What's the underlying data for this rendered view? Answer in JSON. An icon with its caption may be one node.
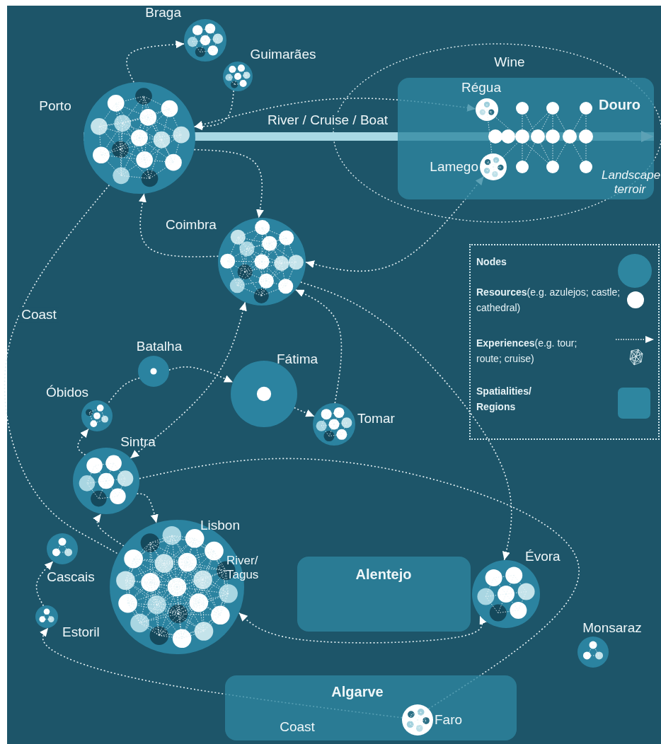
{
  "diagram": {
    "nodes": [
      {
        "text": [
          "Douro",
          "Landscape terroir"
        ]
      },
      {
        "text": [
          "Régua"
        ],
        "in": 0
      },
      {
        "text": [
          "Lamego"
        ],
        "in": 0
      },
      {
        "text": [
          "Alentejo"
        ]
      },
      {
        "text": [
          "Algarve",
          "Coast"
        ]
      },
      {
        "text": [
          "Faro"
        ],
        "in": 4
      },
      {
        "text": [
          "Braga"
        ]
      },
      {
        "text": [
          "Guimarães"
        ]
      },
      {
        "text": [
          "Porto"
        ]
      },
      {
        "text": [
          "Coimbra"
        ]
      },
      {
        "text": [
          "Batalha"
        ]
      },
      {
        "text": [
          "Fátima"
        ]
      },
      {
        "text": [
          "Tomar"
        ]
      },
      {
        "text": [
          "Óbidos"
        ]
      },
      {
        "text": [
          "Sintra"
        ]
      },
      {
        "text": [
          "Lisbon"
        ],
        "beside": [
          "River/ Tagus"
        ]
      },
      {
        "text": [
          "Cascais"
        ]
      },
      {
        "text": [
          "Estoril"
        ]
      },
      {
        "text": [
          "Évora"
        ]
      },
      {
        "text": [
          "Monsaraz"
        ]
      }
    ],
    "edges": [
      {
        "from": 0,
        "to": 8,
        "arrow": "both",
        "label": "River / Cruise / Boat",
        "style": "thick",
        "color": "#a8d8e4"
      },
      {
        "from": 8,
        "to": 6,
        "arrow": "to",
        "style": "dashed"
      },
      {
        "from": 7,
        "to": 8,
        "arrow": "to",
        "style": "dashed"
      },
      {
        "from": 8,
        "to": 1,
        "arrow": "both",
        "style": "dashed"
      },
      {
        "from": 8,
        "to": 9,
        "arrow": "to",
        "style": "dashed"
      },
      {
        "from": 9,
        "to": 8,
        "arrow": "to",
        "style": "dashed"
      },
      {
        "from": 2,
        "to": 9,
        "arrow": "both",
        "style": "dashed"
      },
      {
        "from": 9,
        "to": 18,
        "arrow": "to",
        "style": "dashed"
      },
      {
        "from": 12,
        "to": 9,
        "arrow": "to",
        "style": "dashed"
      },
      {
        "from": 9,
        "to": 14,
        "arrow": "both",
        "style": "dashed"
      },
      {
        "from": 10,
        "to": 11,
        "arrow": "to",
        "style": "dashed"
      },
      {
        "from": 10,
        "to": 13,
        "arrow": "none",
        "style": "dashed"
      },
      {
        "from": 11,
        "to": 12,
        "arrow": "to",
        "style": "dashed"
      },
      {
        "from": 14,
        "to": 13,
        "arrow": "to",
        "style": "dashed"
      },
      {
        "from": 14,
        "to": 15,
        "arrow": "to",
        "style": "dashed"
      },
      {
        "from": 15,
        "to": 14,
        "arrow": "to",
        "style": "dashed"
      },
      {
        "from": 17,
        "to": 16,
        "arrow": "to",
        "style": "dashed"
      },
      {
        "from": 5,
        "to": 17,
        "arrow": "to",
        "style": "dashed"
      },
      {
        "from": 15,
        "to": 18,
        "arrow": "both",
        "style": "dashed"
      },
      {
        "from": 8,
        "to": 15,
        "arrow": "none",
        "label": "Coast",
        "style": "dashed"
      },
      {
        "from": 14,
        "to": 5,
        "arrow": "none",
        "style": "dashed"
      }
    ],
    "labels": [
      "Wine"
    ],
    "legend": [
      {
        "text": "Nodes"
      },
      {
        "text": "**Resources**(e.g. azulejos; castle; cathedral)"
      },
      {
        "text": "**Experiences**(e.g. tour; route; cruise)"
      },
      {
        "text": "Spatialities/ Regions",
        "color": "#2e86a0"
      }
    ]
  }
}
